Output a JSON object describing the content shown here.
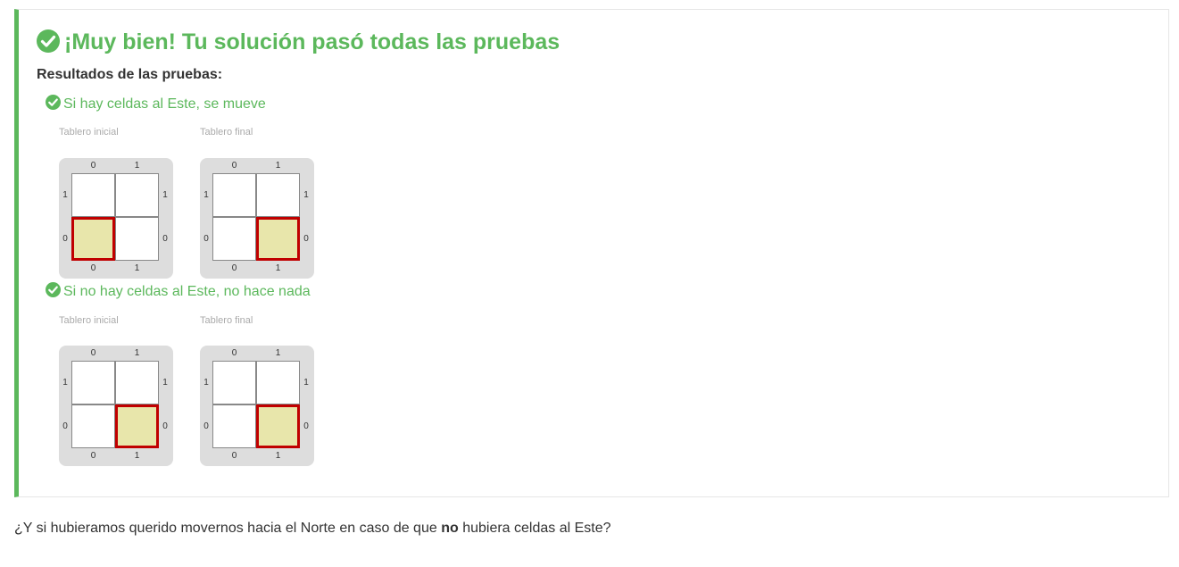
{
  "result": {
    "title": "¡Muy bien! Tu solución pasó todas las pruebas",
    "results_label": "Resultados de las pruebas:",
    "colors": {
      "success": "#5cb85c",
      "head_border": "#c00000",
      "head_fill": "#e8e6ab"
    },
    "icon": "check-circle-icon",
    "tests": [
      {
        "title": "Si hay celdas al Este, se mueve",
        "initial_caption": "Tablero inicial",
        "final_caption": "Tablero final",
        "initial_board": {
          "cols": [
            "0",
            "1"
          ],
          "rows": [
            "1",
            "0"
          ],
          "head": "0,0"
        },
        "final_board": {
          "cols": [
            "0",
            "1"
          ],
          "rows": [
            "1",
            "0"
          ],
          "head": "1,0"
        }
      },
      {
        "title": "Si no hay celdas al Este, no hace nada",
        "initial_caption": "Tablero inicial",
        "final_caption": "Tablero final",
        "initial_board": {
          "cols": [
            "0",
            "1"
          ],
          "rows": [
            "1",
            "0"
          ],
          "head": "1,0"
        },
        "final_board": {
          "cols": [
            "0",
            "1"
          ],
          "rows": [
            "1",
            "0"
          ],
          "head": "1,0"
        }
      }
    ]
  },
  "question": {
    "before": "¿Y si hubieramos querido movernos hacia el Norte en caso de que ",
    "emphasis": "no",
    "after": " hubiera celdas al Este?"
  }
}
